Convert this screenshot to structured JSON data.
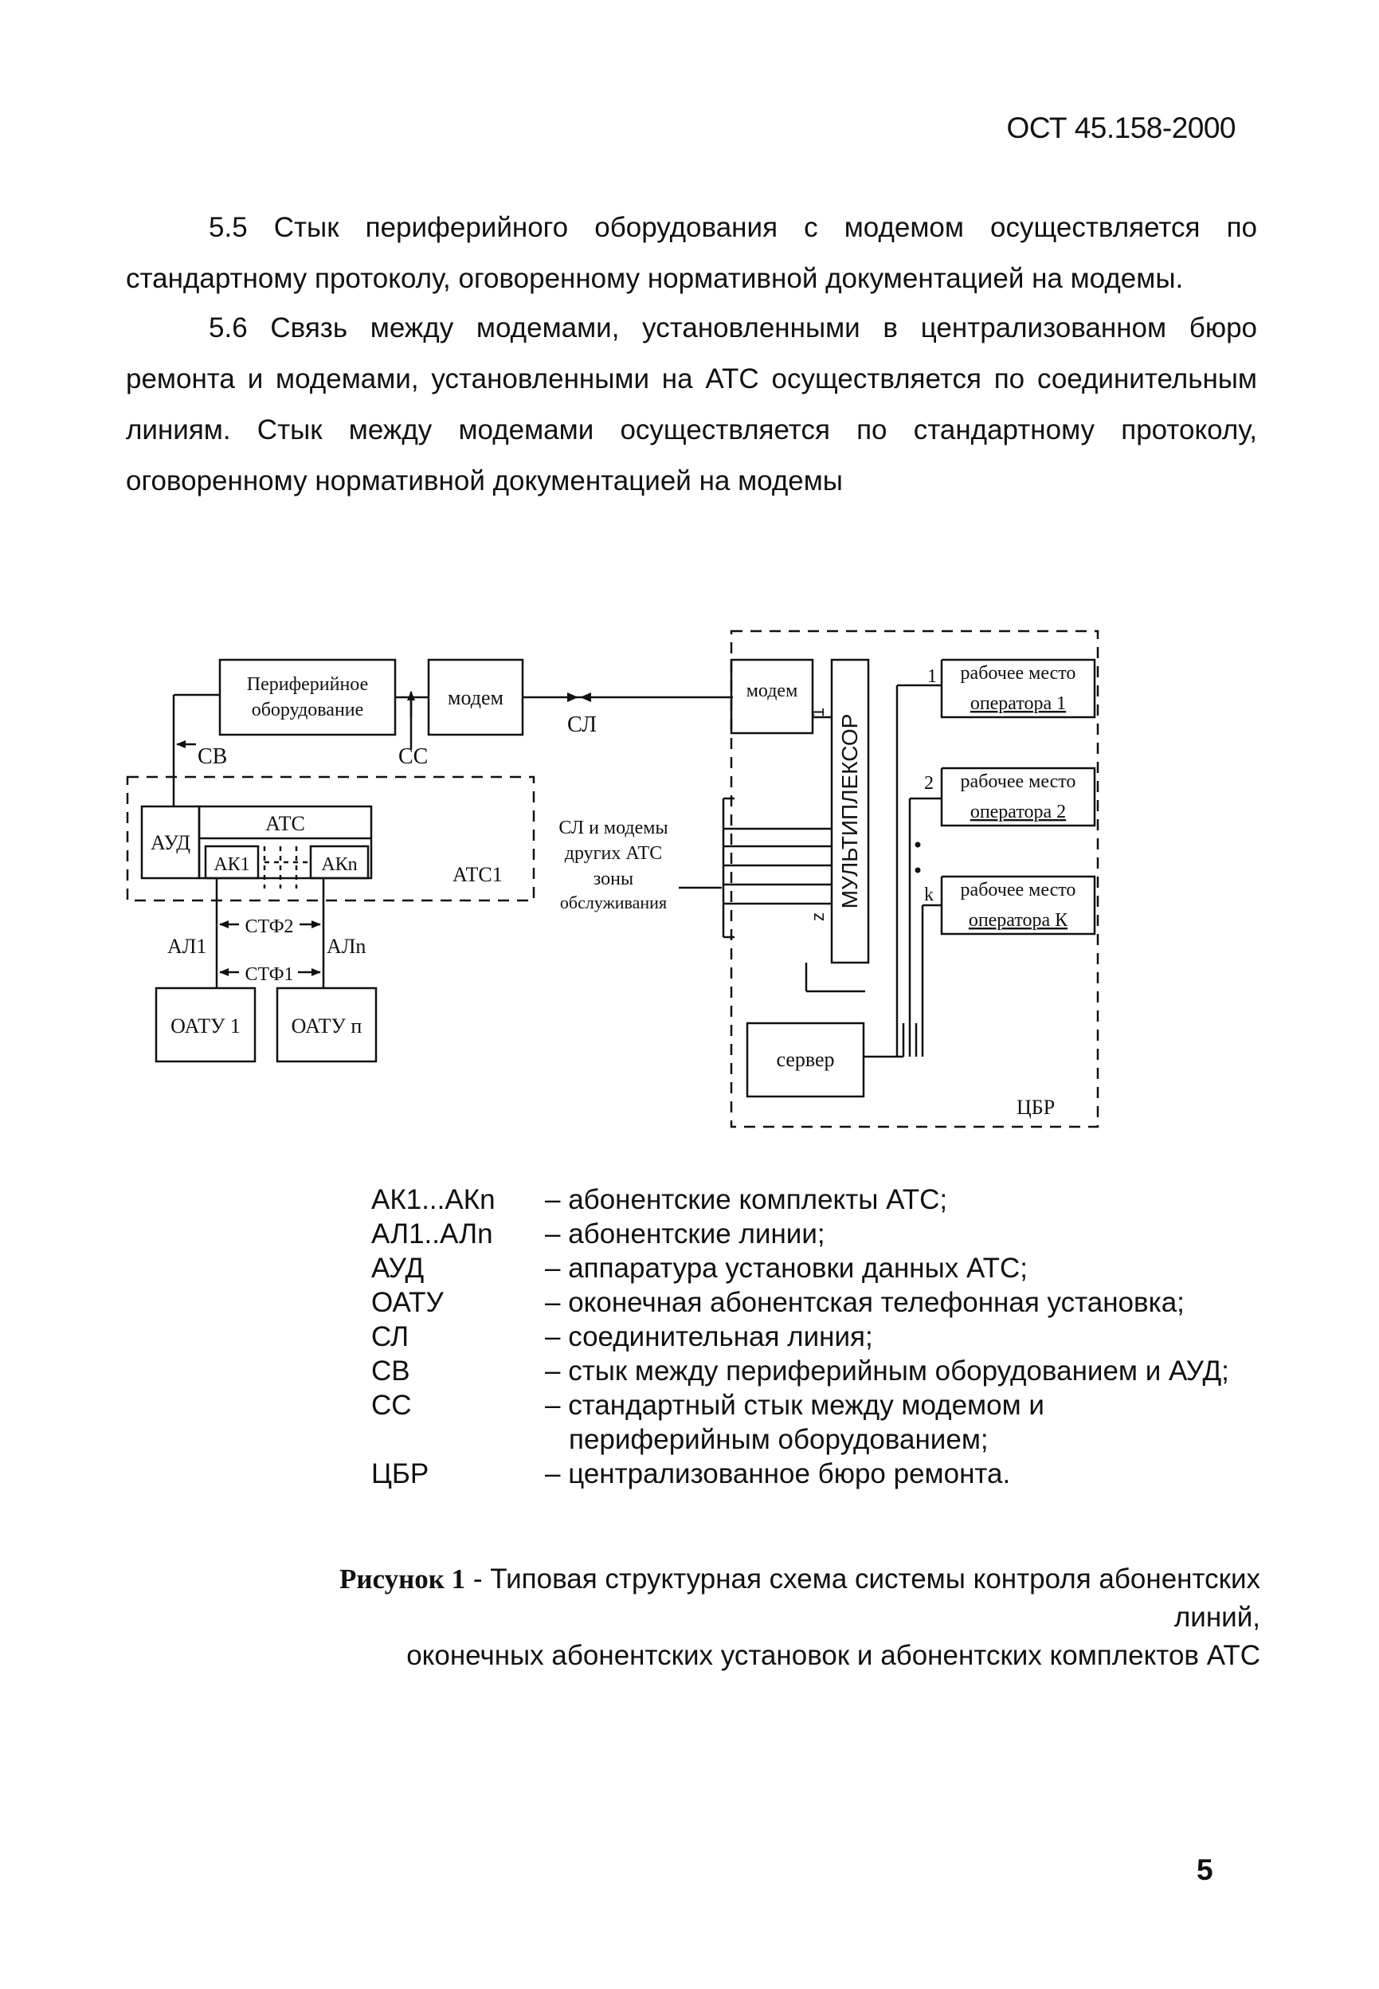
{
  "header": {
    "doc_code": "ОСТ 45.158-2000"
  },
  "paragraphs": {
    "p1": "5.5 Стык периферийного оборудования с модемом осуществляется по стандартному протоколу, оговоренному нормативной документацией на модемы.",
    "p2": "5.6 Связь между модемами, установленными в централизованном бюро ремонта и модемами, установленными на АТС осуществляется по соединительным линиям. Стык между модемами осуществляется по стандартному протоколу, оговоренному нормативной документацией на модемы"
  },
  "diagram": {
    "peripheral_line1": "Периферийное",
    "peripheral_line2": "оборудование",
    "modem_left": "модем",
    "cv": "СВ",
    "cc": "СС",
    "sl": "СЛ",
    "aud": "АУД",
    "ats": "АТС",
    "ak1": "АК1",
    "akn": "АКn",
    "ats1": "АТС1",
    "other_line1": "СЛ и модемы",
    "other_line2": "других АТС",
    "other_line3": "зоны",
    "other_line4": "обслуживания",
    "stf2": "СТФ2",
    "stf1": "СТФ1",
    "al1": "АЛ1",
    "aln": "АЛn",
    "oatu1": "ОАТУ 1",
    "oatun": "ОАТУ п",
    "modem_right": "модем",
    "multiplexer": "МУЛЬТИПЛЕКСОР",
    "mux_in1": "1",
    "mux_inz": "z",
    "server": "сервер",
    "cbr": "ЦБР",
    "ws_idx1": "1",
    "ws_idx2": "2",
    "ws_idxk": "k",
    "ws1_line1": "рабочее место",
    "ws1_line2": "оператора 1",
    "ws2_line1": "рабочее место",
    "ws2_line2": "оператора 2",
    "wsk_line1": "рабочее место",
    "wsk_line2": "оператора К"
  },
  "legend": [
    {
      "term": "АК1...АКn",
      "def": "– абонентские комплекты АТС;"
    },
    {
      "term": "АЛ1..АЛn",
      "def": "– абонентские линии;"
    },
    {
      "term": "АУД",
      "def": "– аппаратура установки данных АТС;"
    },
    {
      "term": "ОАТУ",
      "def": "– оконечная абонентская телефонная установка;"
    },
    {
      "term": "СЛ",
      "def": "– соединительная линия;"
    },
    {
      "term": "СВ",
      "def": "– стык между периферийным оборудованием и АУД;"
    },
    {
      "term": "СС",
      "def": "– стандартный стык между модемом и"
    },
    {
      "term": "",
      "def": "периферийным оборудованием;"
    },
    {
      "term": "ЦБР",
      "def": "– централизованное бюро ремонта."
    }
  ],
  "caption": {
    "label": "Рисунок 1",
    "line1": " - Типовая структурная схема системы контроля абонентских линий,",
    "line2": "оконечных абонентских установок и абонентских комплектов АТС"
  },
  "page_number": "5"
}
